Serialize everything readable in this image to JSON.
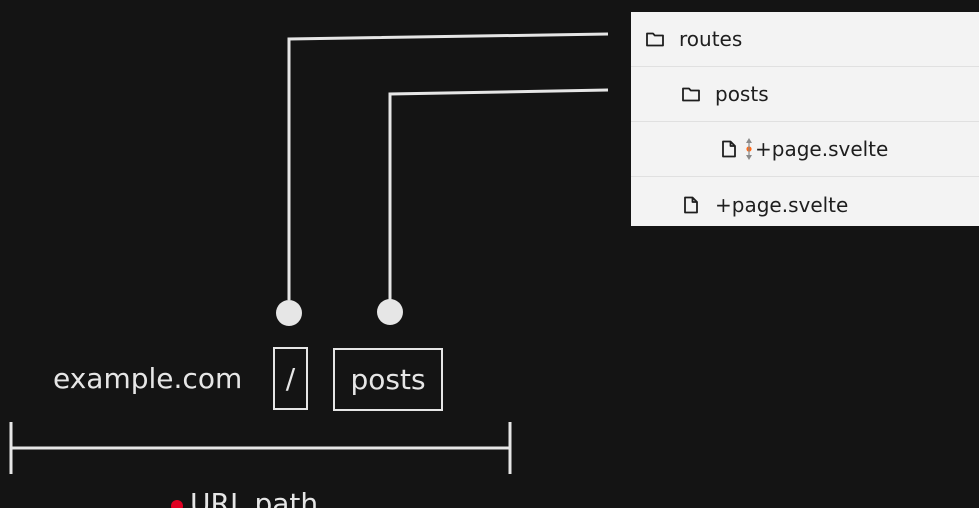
{
  "file_tree": {
    "rows": [
      {
        "label": "routes",
        "icon": "folder-icon",
        "depth": 0
      },
      {
        "label": "posts",
        "icon": "folder-icon",
        "depth": 1
      },
      {
        "label": "+page.svelte",
        "icon": "file-icon",
        "depth": 2
      },
      {
        "label": "+page.svelte",
        "icon": "file-icon",
        "depth": 1
      }
    ]
  },
  "url": {
    "domain": "example.com",
    "root_segment": "/",
    "path_segment": "posts"
  },
  "caption": {
    "label": "URL path"
  },
  "colors": {
    "background": "#141414",
    "line": "#e6e6e6",
    "panel": "#f3f3f3",
    "marker": "#e00022"
  }
}
